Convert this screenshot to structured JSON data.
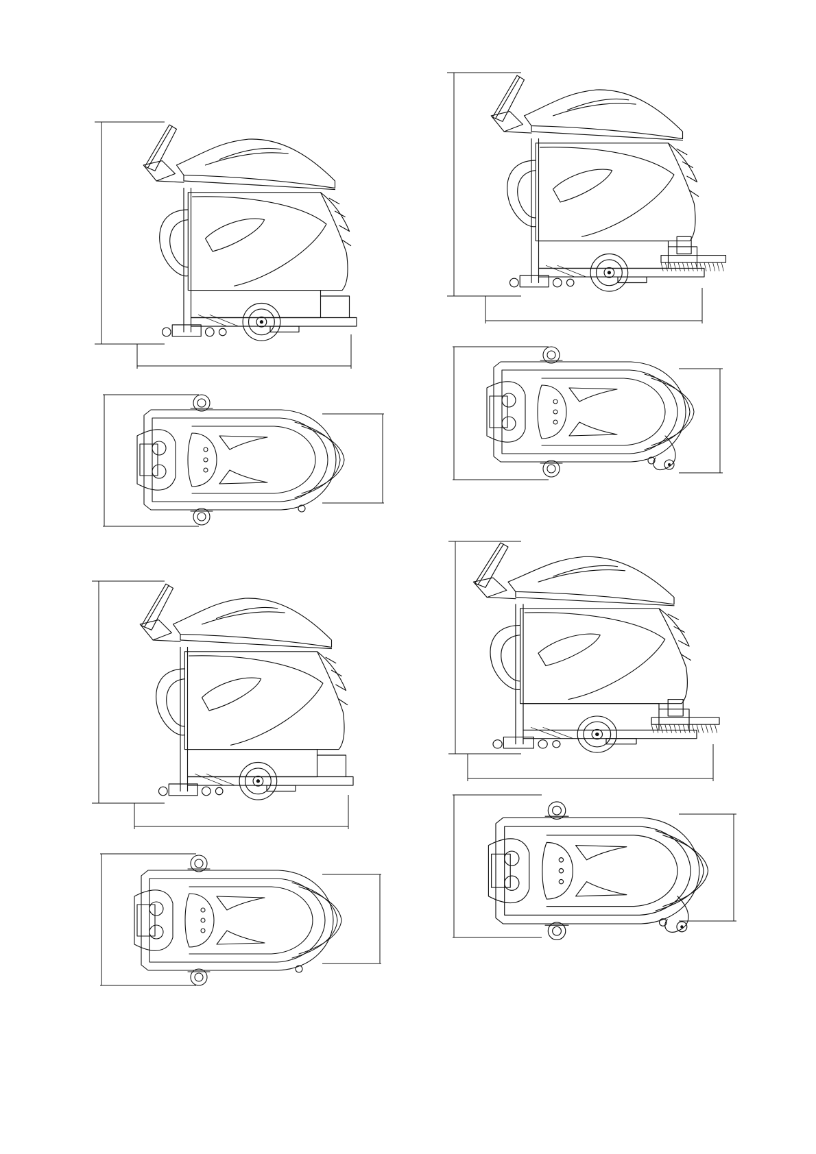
{
  "sheet": {
    "background": "#ffffff",
    "line_color": "#111111"
  },
  "views": [
    {
      "id": "model-a-side",
      "kind": "side-elevation",
      "brush": "disc"
    },
    {
      "id": "model-a-top",
      "kind": "top-plan",
      "brush": "disc"
    },
    {
      "id": "model-b-side",
      "kind": "side-elevation",
      "brush": "disc"
    },
    {
      "id": "model-b-top",
      "kind": "top-plan",
      "brush": "disc"
    },
    {
      "id": "model-c-side",
      "kind": "side-elevation",
      "brush": "side-broom"
    },
    {
      "id": "model-c-top",
      "kind": "top-plan",
      "brush": "side-broom"
    },
    {
      "id": "model-d-side",
      "kind": "side-elevation",
      "brush": "side-broom"
    },
    {
      "id": "model-d-top",
      "kind": "top-plan",
      "brush": "side-broom"
    }
  ]
}
